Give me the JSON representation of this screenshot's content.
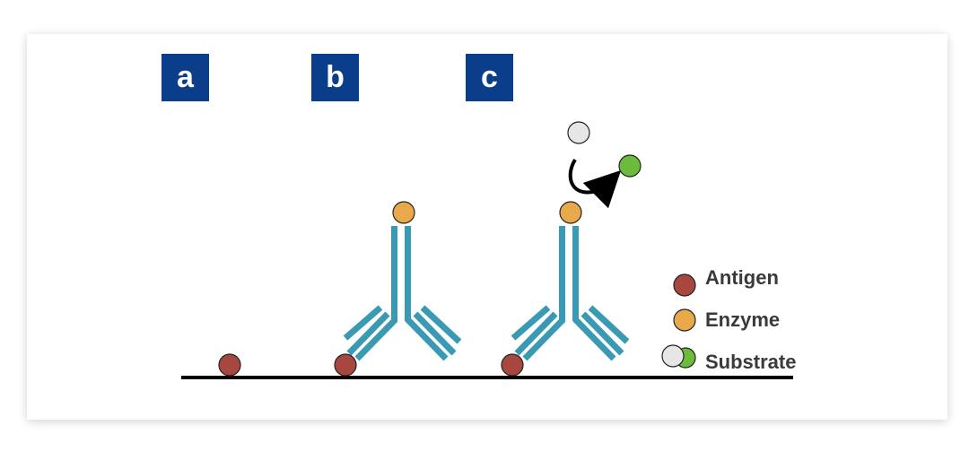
{
  "panels": [
    {
      "label": "a"
    },
    {
      "label": "b"
    },
    {
      "label": "c"
    }
  ],
  "legend": {
    "antigen": "Antigen",
    "enzyme": "Enzyme",
    "substrate": "Substrate"
  },
  "colors": {
    "panel_label_bg": "#0b3e8a",
    "antigen": "#a84640",
    "enzyme": "#e8a94a",
    "substrate_before": "#e6e6e6",
    "substrate_after": "#6cbb3c",
    "antibody": "#3a9ab4"
  }
}
